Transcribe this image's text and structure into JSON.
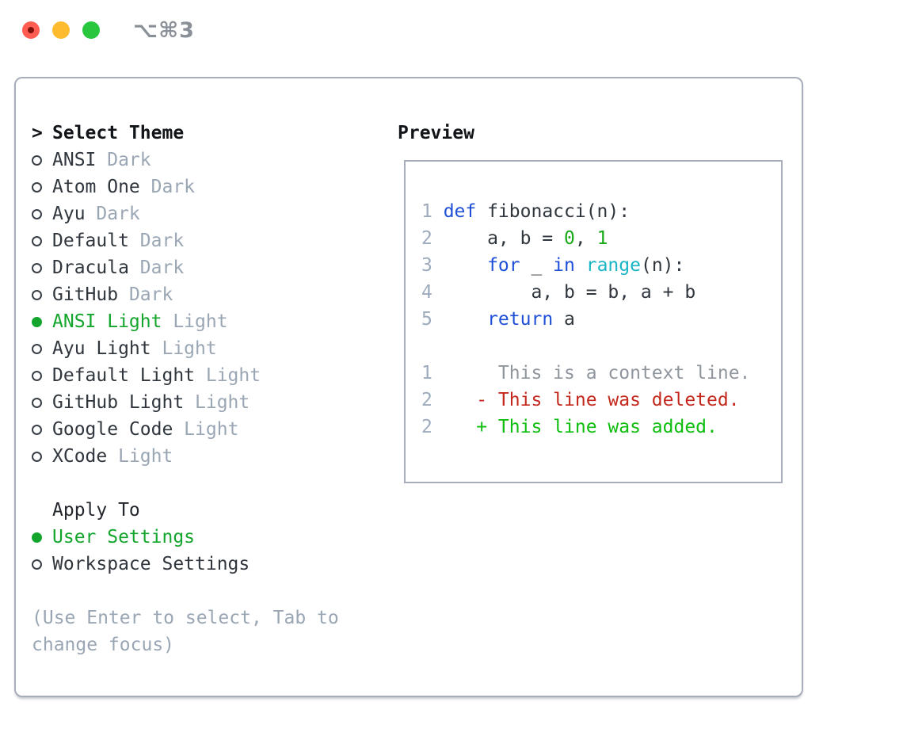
{
  "titlebar": {
    "title": "⌥⌘3"
  },
  "colors": {
    "accent_green": "#13a52c",
    "keyword_blue": "#1e4fd6",
    "number_green": "#19a919",
    "builtin_cyan": "#1ab5c5",
    "diff_removed_red": "#c4281c",
    "diff_added_green": "#0ebe0e",
    "muted_gray": "#9aa6b4",
    "line_number_gray": "#9dabbd",
    "panel_border": "#a7aeb9"
  },
  "theme_list": {
    "cursor": ">",
    "title": "Select Theme",
    "items": [
      {
        "name": "ANSI",
        "tag": "Dark",
        "selected": false
      },
      {
        "name": "Atom One",
        "tag": "Dark",
        "selected": false
      },
      {
        "name": "Ayu",
        "tag": "Dark",
        "selected": false
      },
      {
        "name": "Default",
        "tag": "Dark",
        "selected": false
      },
      {
        "name": "Dracula",
        "tag": "Dark",
        "selected": false
      },
      {
        "name": "GitHub",
        "tag": "Dark",
        "selected": false
      },
      {
        "name": "ANSI Light",
        "tag": "Light",
        "selected": true
      },
      {
        "name": "Ayu Light",
        "tag": "Light",
        "selected": false
      },
      {
        "name": "Default Light",
        "tag": "Light",
        "selected": false
      },
      {
        "name": "GitHub Light",
        "tag": "Light",
        "selected": false
      },
      {
        "name": "Google Code",
        "tag": "Light",
        "selected": false
      },
      {
        "name": "XCode",
        "tag": "Light",
        "selected": false
      }
    ]
  },
  "apply_to": {
    "title": "Apply To",
    "items": [
      {
        "label": "User Settings",
        "selected": true
      },
      {
        "label": "Workspace Settings",
        "selected": false
      }
    ]
  },
  "help": {
    "text": "(Use Enter to select, Tab to change focus)"
  },
  "preview": {
    "title": "Preview",
    "code_lines": [
      {
        "num": "1",
        "tokens": [
          [
            "def",
            "blue"
          ],
          [
            " fibonacci(n):",
            "fg"
          ]
        ]
      },
      {
        "num": "2",
        "tokens": [
          [
            "    a, b = ",
            "fg"
          ],
          [
            "0",
            "green"
          ],
          [
            ", ",
            "fg"
          ],
          [
            "1",
            "green"
          ]
        ]
      },
      {
        "num": "3",
        "tokens": [
          [
            "    ",
            "fg"
          ],
          [
            "for",
            "blue"
          ],
          [
            " _ ",
            "fg"
          ],
          [
            "in",
            "blue"
          ],
          [
            " ",
            "fg"
          ],
          [
            "range",
            "cyan"
          ],
          [
            "(n):",
            "fg"
          ]
        ]
      },
      {
        "num": "4",
        "tokens": [
          [
            "        a, b = b, a + b",
            "fg"
          ]
        ]
      },
      {
        "num": "5",
        "tokens": [
          [
            "    ",
            "fg"
          ],
          [
            "return",
            "blue"
          ],
          [
            " a",
            "fg"
          ]
        ]
      },
      {
        "num": "",
        "tokens": []
      },
      {
        "num": "1",
        "tokens": [
          [
            "     This is a context line.",
            "gray"
          ]
        ]
      },
      {
        "num": "2",
        "tokens": [
          [
            "   - This line was deleted.",
            "red"
          ]
        ]
      },
      {
        "num": "2",
        "tokens": [
          [
            "   + This line was added.",
            "add"
          ]
        ]
      }
    ]
  }
}
